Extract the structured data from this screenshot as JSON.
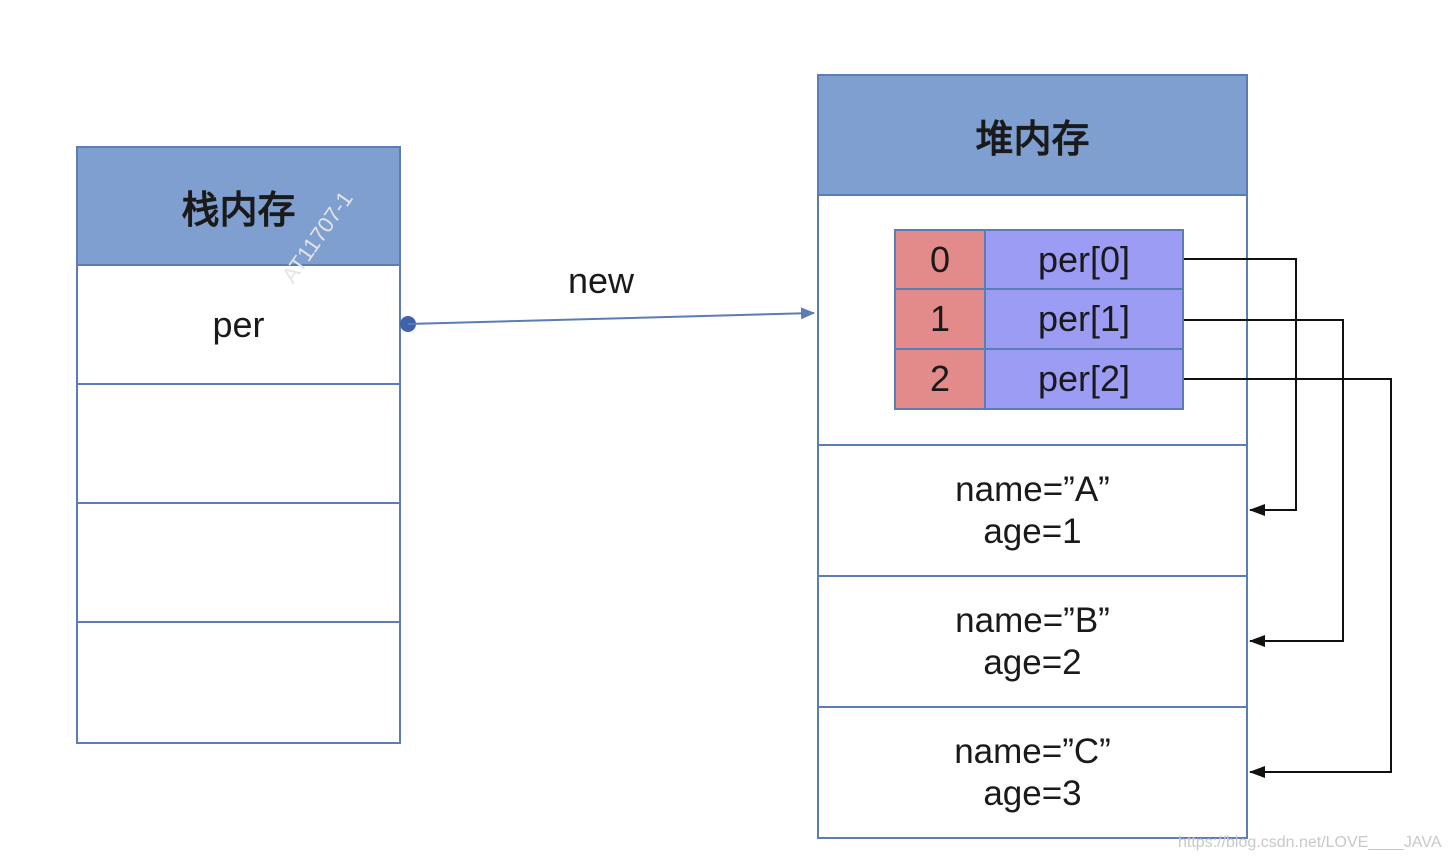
{
  "stack": {
    "title": "栈内存",
    "rows": [
      "per",
      "",
      "",
      ""
    ]
  },
  "heap": {
    "title": "堆内存",
    "array": [
      {
        "index": "0",
        "value": "per[0]"
      },
      {
        "index": "1",
        "value": "per[1]"
      },
      {
        "index": "2",
        "value": "per[2]"
      }
    ],
    "objects": [
      {
        "name": "name=”A”",
        "age": "age=1"
      },
      {
        "name": "name=”B”",
        "age": "age=2"
      },
      {
        "name": "name=”C”",
        "age": "age=3"
      }
    ]
  },
  "edges": {
    "new_label": "new"
  },
  "colors": {
    "header": "#7e9fcf",
    "border": "#5b7db5",
    "index_cell": "#e38a8a",
    "value_cell": "#9c9cf5",
    "arrow": "#5b7db5"
  },
  "watermark": {
    "stamp": "AT11707-1",
    "url": "https://blog.csdn.net/LOVE____JAVA"
  }
}
